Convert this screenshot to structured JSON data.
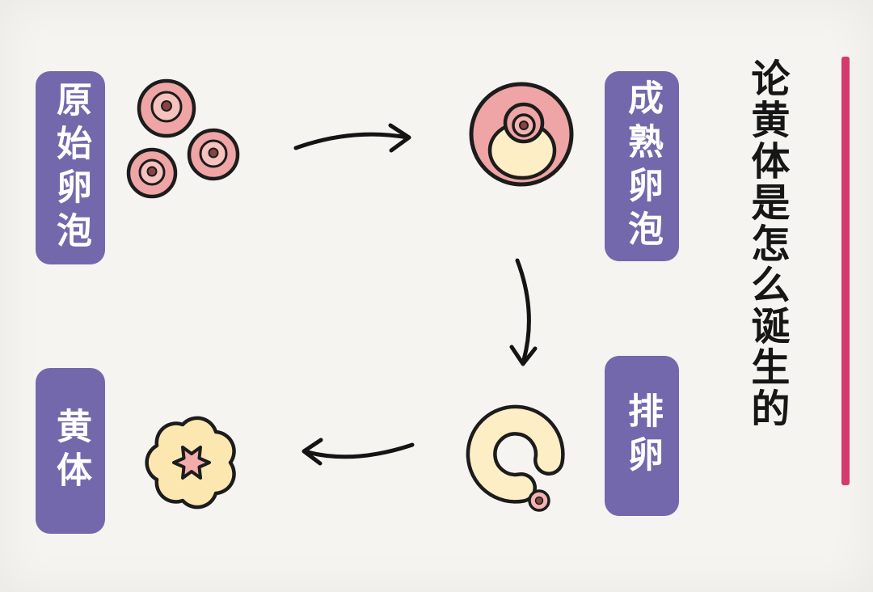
{
  "title": {
    "text": "论黄体是怎么诞生的"
  },
  "labels": {
    "primordial": "原始卵泡",
    "mature": "成熟卵泡",
    "ovulation": "排卵",
    "corpus_luteum": "黄体"
  },
  "diagram": {
    "type": "flow",
    "steps": [
      "原始卵泡",
      "成熟卵泡",
      "排卵",
      "黄体"
    ],
    "arrows": [
      {
        "from": "原始卵泡",
        "to": "成熟卵泡"
      },
      {
        "from": "成熟卵泡",
        "to": "排卵"
      },
      {
        "from": "排卵",
        "to": "黄体"
      }
    ]
  },
  "colors": {
    "background": "#f5f4f1",
    "label_box": "#7468ad",
    "label_text": "#ffffff",
    "accent_bar": "#d43a6e",
    "title_text": "#161616",
    "cell_pink": "#efa5a5",
    "cell_light": "#f6c2bd",
    "nucleus": "#8a4343",
    "cream": "#fdeec6",
    "corpus_yellow": "#fce7b0",
    "outline": "#1c1c1c"
  }
}
